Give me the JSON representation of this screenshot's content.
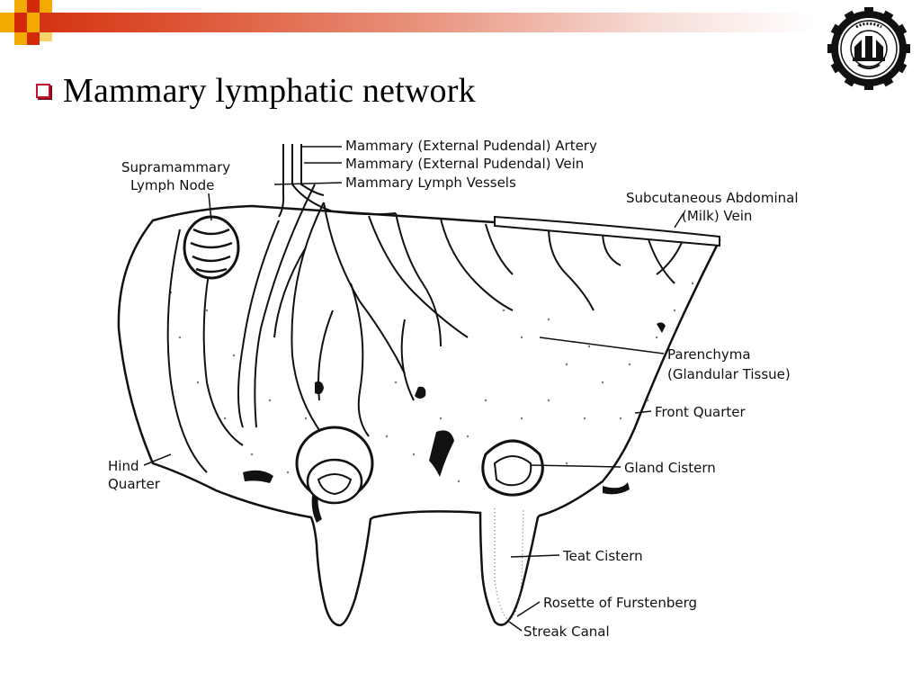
{
  "slide": {
    "title": "Mammary lymphatic network",
    "accent_color": "#c8102e",
    "bar_color": "#d22a08"
  },
  "icons": {
    "bullet": "hollow-square-bullet",
    "logo": "university-gear-seal-logo"
  },
  "diagram": {
    "labels": {
      "artery": "Mammary (External Pudendal) Artery",
      "vein": "Mammary (External Pudendal) Vein",
      "lymph_vessels": "Mammary Lymph Vessels",
      "supramammary_1": "Supramammary",
      "supramammary_2": "Lymph Node",
      "subcutaneous_1": "Subcutaneous Abdominal",
      "subcutaneous_2": "(Milk) Vein",
      "parenchyma_1": "Parenchyma",
      "parenchyma_2": "(Glandular Tissue)",
      "front_quarter": "Front Quarter",
      "hind_1": "Hind",
      "hind_2": "Quarter",
      "gland_cistern": "Gland Cistern",
      "teat_cistern": "Teat Cistern",
      "rosette": "Rosette of Furstenberg",
      "streak_canal": "Streak Canal"
    }
  }
}
